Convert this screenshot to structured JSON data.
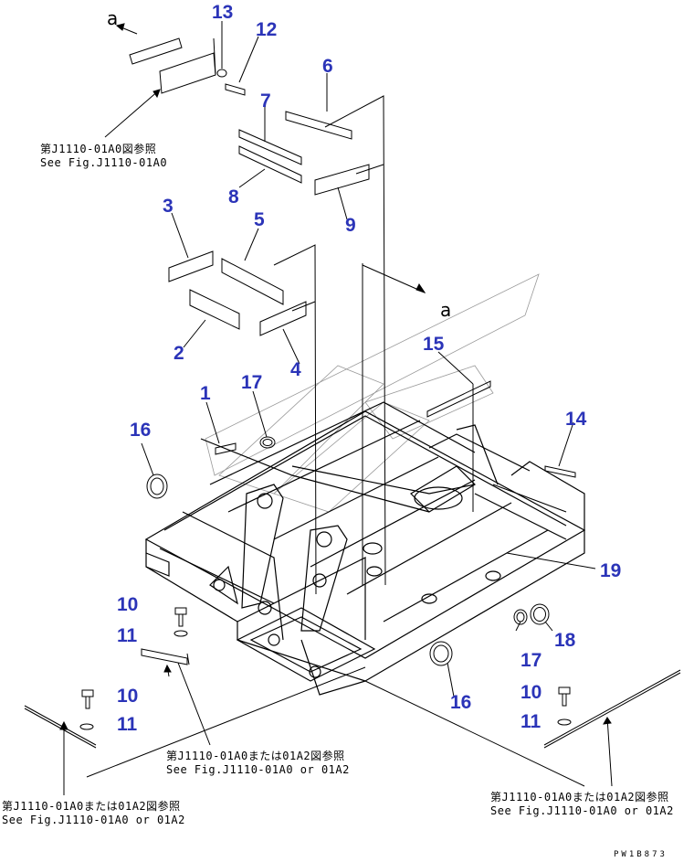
{
  "callouts": [
    {
      "id": "c13",
      "text": "13"
    },
    {
      "id": "c12",
      "text": "12"
    },
    {
      "id": "c6",
      "text": "6"
    },
    {
      "id": "c7",
      "text": "7"
    },
    {
      "id": "c8",
      "text": "8"
    },
    {
      "id": "c9",
      "text": "9"
    },
    {
      "id": "c3",
      "text": "3"
    },
    {
      "id": "c5",
      "text": "5"
    },
    {
      "id": "c2",
      "text": "2"
    },
    {
      "id": "c4",
      "text": "4"
    },
    {
      "id": "c15",
      "text": "15"
    },
    {
      "id": "c1",
      "text": "1"
    },
    {
      "id": "c17a",
      "text": "17"
    },
    {
      "id": "c16a",
      "text": "16"
    },
    {
      "id": "c14",
      "text": "14"
    },
    {
      "id": "c19",
      "text": "19"
    },
    {
      "id": "c10a",
      "text": "10"
    },
    {
      "id": "c11a",
      "text": "11"
    },
    {
      "id": "c18",
      "text": "18"
    },
    {
      "id": "c17b",
      "text": "17"
    },
    {
      "id": "c16b",
      "text": "16"
    },
    {
      "id": "c10b",
      "text": "10"
    },
    {
      "id": "c11b",
      "text": "11"
    },
    {
      "id": "c10c",
      "text": "10"
    },
    {
      "id": "c11c",
      "text": "11"
    }
  ],
  "arrow_labels": {
    "top": "a",
    "middle": "a"
  },
  "references": {
    "top": {
      "jp": "第J1110-01A0図参照",
      "en": "See Fig.J1110-01A0"
    },
    "center": {
      "jp": "第J1110-01A0または01A2図参照",
      "en": "See Fig.J1110-01A0 or 01A2"
    },
    "left": {
      "jp": "第J1110-01A0または01A2図参照",
      "en": "See Fig.J1110-01A0 or 01A2"
    },
    "right": {
      "jp": "第J1110-01A0または01A2図参照",
      "en": "See Fig.J1110-01A0 or 01A2"
    }
  },
  "drawing_code": "PW1B873"
}
